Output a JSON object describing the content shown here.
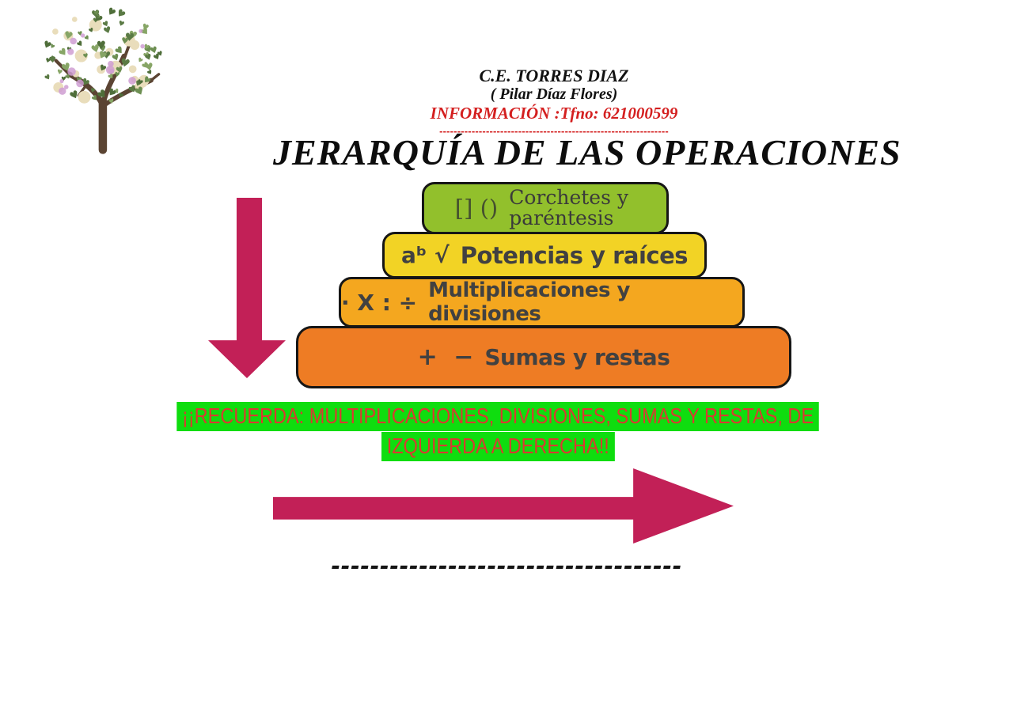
{
  "colors": {
    "magenta": "#c22057",
    "header_red": "#d41f1f",
    "highlight_green": "#0fdd0f",
    "reminder_red": "#d93a31",
    "ink": "#151515",
    "level_green": "#92c02c",
    "level_yellow": "#f2d325",
    "level_amber": "#f4a71f",
    "level_orange": "#ee7c24"
  },
  "header": {
    "school": "C.E. TORRES DIAZ",
    "teacher": "( Pilar Díaz Flores)",
    "info": "INFORMACIÓN :Tfno: 621000599",
    "divider_dashes": "----------------------------------------------------------------"
  },
  "title": "JERARQUÍA DE LAS OPERACIONES",
  "pyramid": {
    "levels": [
      {
        "symbols": "[] ()",
        "label": "Corchetes y paréntesis",
        "color": "#92c02c"
      },
      {
        "symbols": "aᵇ  √",
        "label": "Potencias y raíces",
        "color": "#f2d325"
      },
      {
        "symbols": "· X : ÷",
        "label": "Multiplicaciones y divisiones",
        "color": "#f4a71f"
      },
      {
        "symbols": "+ −",
        "label": "Sumas y restas",
        "color": "#ee7c24"
      }
    ]
  },
  "reminder": {
    "line1": "¡¡RECUERDA: MULTIPLICACIONES, DIVISIONES, SUMAS Y RESTAS, DE",
    "line2": "IZQUIERDA A DERECHA!!"
  },
  "footer": {
    "dashes": "------------------------------------"
  }
}
